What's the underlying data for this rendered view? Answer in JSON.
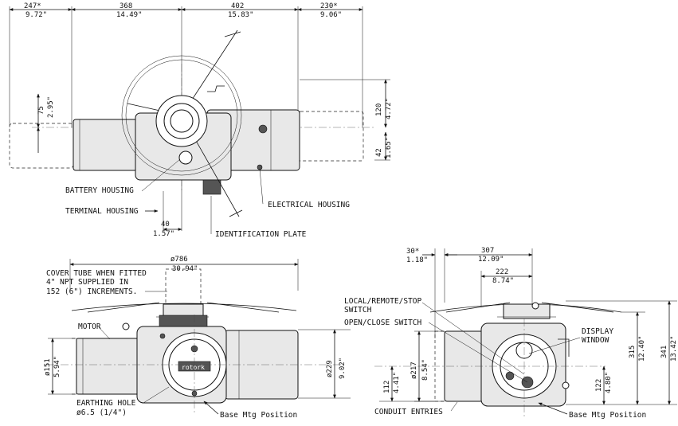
{
  "top_view": {
    "dims": {
      "d247_mm": "247*",
      "d247_in": "9.72\"",
      "d368_mm": "368",
      "d368_in": "14.49\"",
      "d402_mm": "402",
      "d402_in": "15.83\"",
      "d230_mm": "230*",
      "d230_in": "9.06\"",
      "d75_mm": "75",
      "d75_in": "2.95\"",
      "d120_mm": "120",
      "d120_in": "4.72\"",
      "d42_mm": "42",
      "d42_in": "1.65\"",
      "d40_mm": "40",
      "d40_in": "1.57\""
    },
    "labels": {
      "battery": "BATTERY HOUSING",
      "terminal": "TERMINAL HOUSING",
      "electrical": "ELECTRICAL HOUSING",
      "identification": "IDENTIFICATION PLATE"
    }
  },
  "front_view": {
    "dims": {
      "d786_mm": "ø786",
      "d786_in": "30.94\"",
      "d151_mm": "ø151",
      "d151_in": "5.94\"",
      "d229_mm": "ø229",
      "d229_in": "9.02\""
    },
    "labels": {
      "cover1": "COVER TUBE WHEN FITTED",
      "cover2": "4\" NPT SUPPLIED IN",
      "cover3": "152 (6\") INCREMENTS.",
      "motor": "MOTOR",
      "earth1": "EARTHING HOLE",
      "earth2": "ø6.5 (1/4\")",
      "base": "Base Mtg Position",
      "brand": "rotork"
    }
  },
  "side_view": {
    "dims": {
      "d30_mm": "30*",
      "d30_in": "1.18\"",
      "d307_mm": "307",
      "d307_in": "12.09\"",
      "d222_mm": "222",
      "d222_in": "8.74\"",
      "d217_mm": "ø217",
      "d217_in": "8.54\"",
      "d112_mm": "112",
      "d112_in": "4.41\"",
      "d315_mm": "315",
      "d315_in": "12.40\"",
      "d341_mm": "341",
      "d341_in": "13.42\"",
      "d122_mm": "122",
      "d122_in": "4.80\""
    },
    "labels": {
      "local1": "LOCAL/REMOTE/STOP",
      "local2": "SWITCH",
      "open": "OPEN/CLOSE SWITCH",
      "display1": "DISPLAY",
      "display2": "WINDOW",
      "conduit": "CONDUIT ENTRIES",
      "base": "Base Mtg Position"
    }
  }
}
